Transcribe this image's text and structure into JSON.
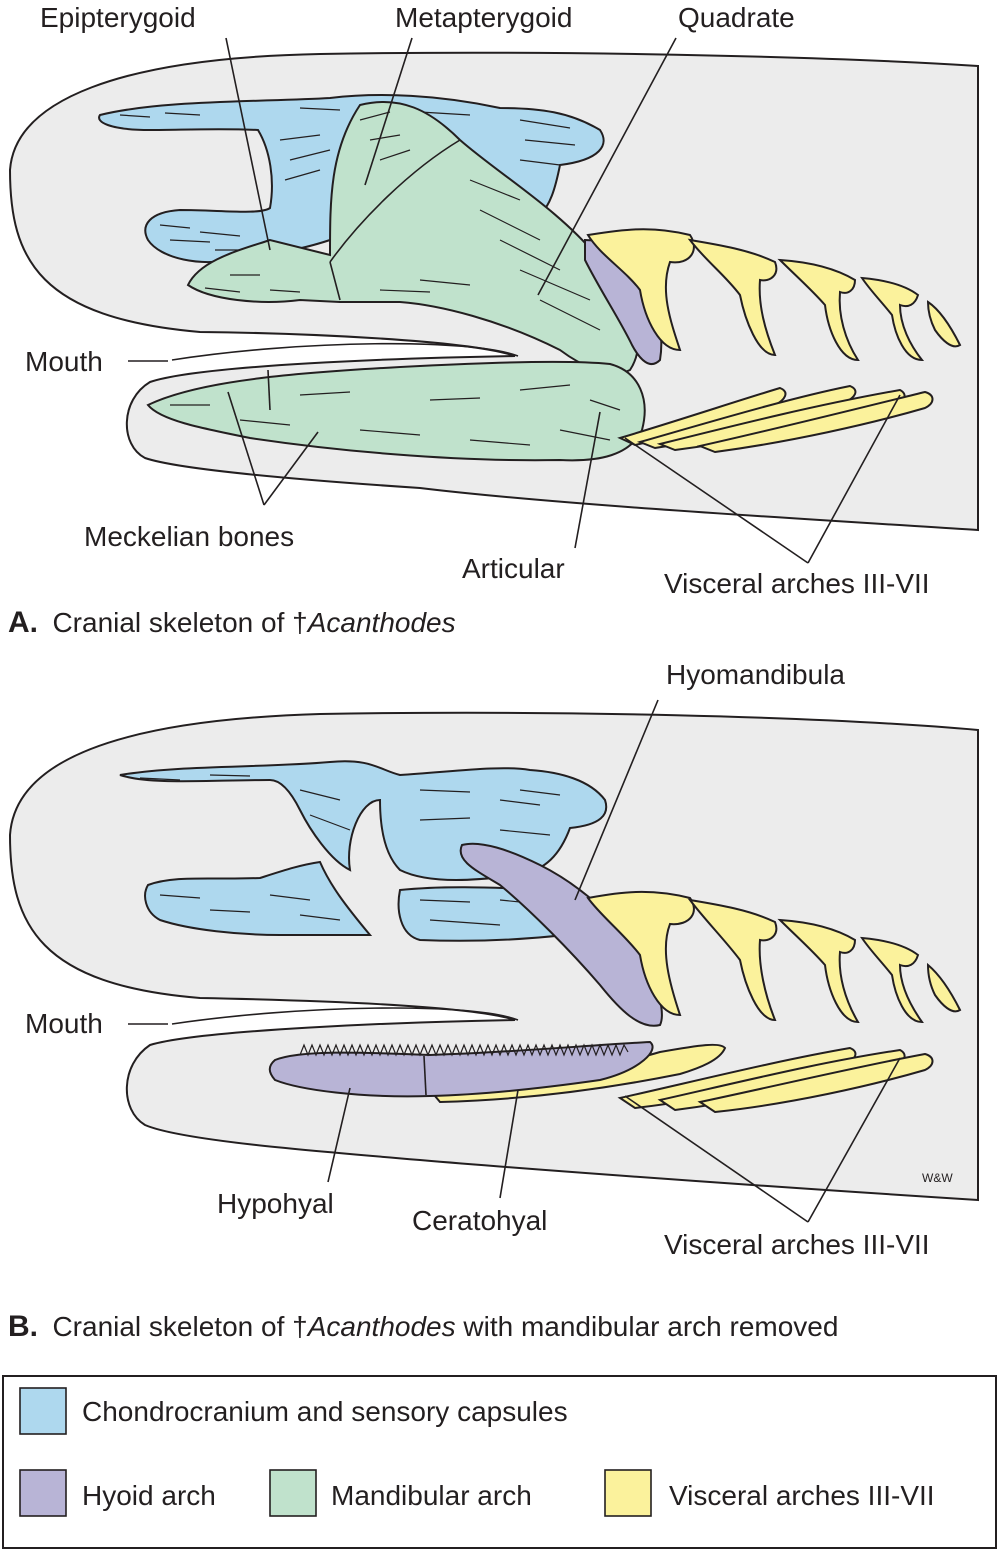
{
  "colors": {
    "chondrocranium": "#aed8ee",
    "hyoid": "#b8b4d6",
    "mandibular": "#c0e2cc",
    "visceral": "#fbf29c",
    "body_fill": "#ececec",
    "ink": "#231f20"
  },
  "panel_a": {
    "caption_letter": "A.",
    "caption_pre": "Cranial skeleton of †",
    "caption_italic": "Acanthodes",
    "caption_post": "",
    "labels": {
      "epipterygoid": "Epipterygoid",
      "metapterygoid": "Metapterygoid",
      "quadrate": "Quadrate",
      "mouth": "Mouth",
      "meckelian": "Meckelian bones",
      "articular": "Articular",
      "visceral": "Visceral arches III-VII"
    }
  },
  "panel_b": {
    "caption_letter": "B.",
    "caption_pre": "Cranial skeleton of †",
    "caption_italic": "Acanthodes",
    "caption_post": " with mandibular arch removed",
    "labels": {
      "hyomandibula": "Hyomandibula",
      "mouth": "Mouth",
      "hypohyal": "Hypohyal",
      "ceratohyal": "Ceratohyal",
      "visceral": "Visceral arches III-VII",
      "credit": "W&W"
    }
  },
  "legend": {
    "items": [
      {
        "label": "Chondrocranium and sensory capsules",
        "color": "#aed8ee"
      },
      {
        "label": "Hyoid arch",
        "color": "#b8b4d6"
      },
      {
        "label": "Mandibular arch",
        "color": "#c0e2cc"
      },
      {
        "label": "Visceral arches III-VII",
        "color": "#fbf29c"
      }
    ]
  }
}
